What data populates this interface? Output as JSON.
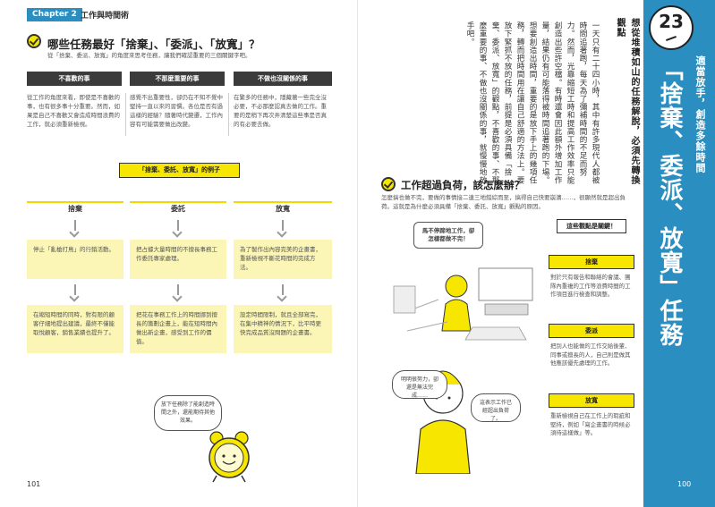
{
  "left_page": {
    "chapter_tag": "Chapter 2",
    "chapter_title": "工作與時間術",
    "section1_title": "哪些任務最好「捨棄」、「委派」、「放寬」？",
    "section1_intro": "從「捨棄、委派、放寬」的角度來思考任務，讓我們確認重要的三個關鍵字吧。",
    "categories": [
      {
        "title": "不喜歡的事",
        "text": "從工作的角度來看，即使是不喜歡的事，也有很多事十分重要。然而，如果是自己不喜歡又會造成時間浪費的工作，就必須重新檢視。"
      },
      {
        "title": "不那麼重要的事",
        "text": "感覺不出重要性，卻仍在不知不覺中堅持一直以來的習慣。各位是否有過這樣的經驗？隨著時代變遷，工作內容有可能需要做出改變。"
      },
      {
        "title": "不做也沒關係的事",
        "text": "在繁多的任務中，隱藏著一些完全沒必要，不必那麼認真去做的工作。重要的是稍下再次弄清楚這些事是否真的有必要去做。"
      }
    ],
    "examples_title": "「捨棄、委託、放寬」的例子",
    "actions": [
      {
        "label": "捨棄",
        "example": "停止「亂槍打鳥」的行銷活動。",
        "result": "在縮短時間的同時，對有限的顧客仔細地提出建議，最終不僅能取悅顧客，銷售業績也提升了。"
      },
      {
        "label": "委託",
        "example": "把占據大量時間的不擅長事務工作委託專家處理。",
        "result": "把花在事務工作上的時間挪到擅長的籌劃企畫上，能在短時間內做出新企畫，感受到工作的價值。"
      },
      {
        "label": "放寬",
        "example": "為了製作出內容完美的企畫書，重新檢視不斷花時間的完成方法。",
        "result": "設定時間限制，就且全部寫完，在集中精神的情況下，比平時更快完成品質沒問題的企畫書。"
      }
    ],
    "clock_bubble": "放下任務除了能創造時間之外，還能期待其他效果。",
    "page_number": "101"
  },
  "right_page": {
    "chapter_number": "23",
    "title_small": "適當放手，創造多餘時間",
    "title_main": "「捨棄、委派、放寬」任務",
    "subhead": "想從堆積如山的任務解脫，必須先轉換觀點",
    "body_text": "一天只有二十四小時，其中有許多現代人都被時間追著跑，每天為了彌補時間的不足而努力。然而，光靠縮短工時和提高工作效率只能創造出些許空檔。有時還會因此額外增加工作量，結果仍有可能落得被時間追著跑的下場。想要創造出時間，重要的是放下手上的幾項任務，轉而把時間用在讓自己舒適的方法上。要放下緊抓不放的任務，前提是必須具備「捨棄、委派、放寬」的觀點，不喜歡的事、不那麼重要的事、不做也沒關係的事，就慢慢地放手吧。",
    "section2_title": "工作超過負荷，該怎麼辦？",
    "section2_intro": "怎麼搞也做不完，要做的事情接二連三地錯綜而至，搞得自己快要崩潰……，很顯然就是超出負荷。這就是為什麼必須具備「捨棄、委託、放寬」觀點的原因。",
    "speech_1": "馬不停蹄地工作，卻怎樣都做不完！",
    "speech_2": "明明很努力，卻還是無法完成……",
    "speech_3": "這表示工作已經超出負荷了。",
    "note_title": "這些觀點是關鍵！",
    "notes": [
      {
        "label": "捨棄",
        "text": "對於只有報告和聯絡的會議、團隊內重複的工作等浪費時間的工作項目進行檢查和調整。"
      },
      {
        "label": "委派",
        "text": "把別人也能做的工作交給後輩、同事或擅長的人，自己則是做其他應該優先處理的工作。"
      },
      {
        "label": "放寬",
        "text": "重新檢視自己在工作上的瑕疵和堅持，例如「寫企畫書的時候必須待這樣做」等。"
      }
    ],
    "page_number": "100"
  }
}
